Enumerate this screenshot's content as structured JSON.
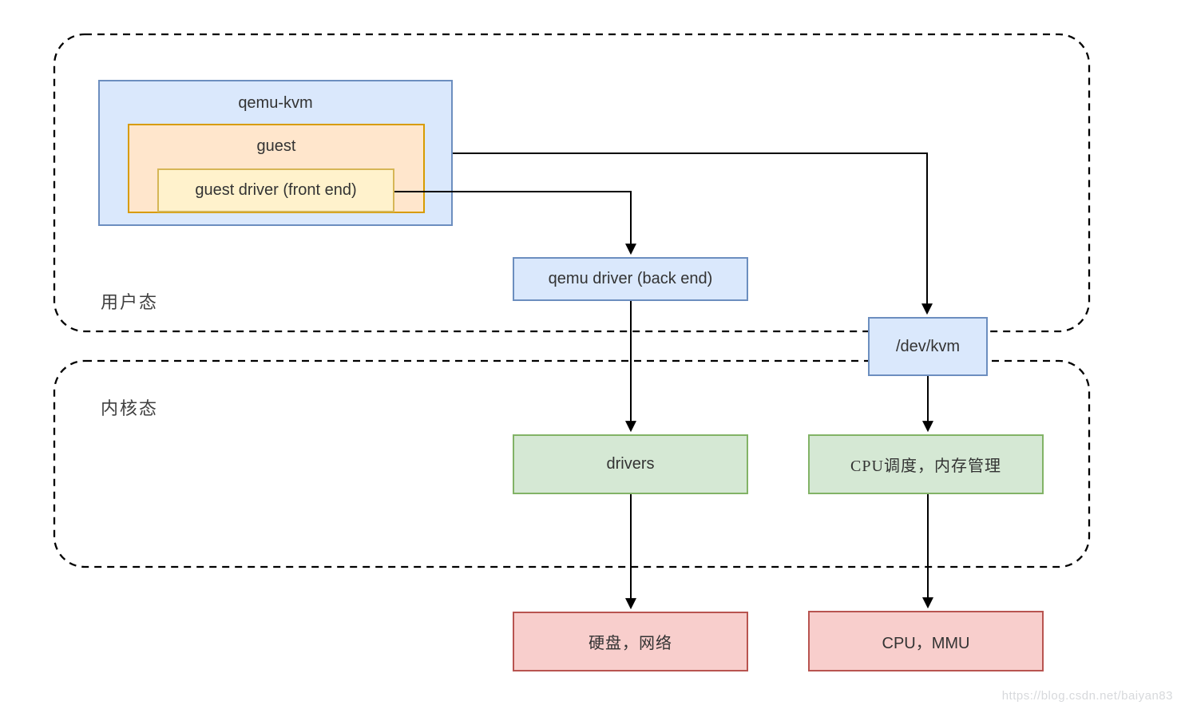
{
  "diagram": {
    "title_context": "qemu-kvm / KVM architecture diagram",
    "regions": {
      "user_mode_label": "用户态",
      "kernel_mode_label": "内核态"
    },
    "boxes": {
      "qemu_kvm": "qemu-kvm",
      "guest": "guest",
      "guest_driver": "guest driver (front end)",
      "qemu_driver": "qemu driver (back end)",
      "dev_kvm": "/dev/kvm",
      "drivers": "drivers",
      "cpu_sched": "CPU调度，内存管理",
      "disk_net": "硬盘，网络",
      "cpu_mmu": "CPU，MMU"
    },
    "edges": [
      {
        "from": "qemu-kvm",
        "to": "/dev/kvm"
      },
      {
        "from": "guest driver (front end)",
        "to": "qemu driver (back end)"
      },
      {
        "from": "qemu driver (back end)",
        "to": "drivers"
      },
      {
        "from": "drivers",
        "to": "硬盘，网络"
      },
      {
        "from": "/dev/kvm",
        "to": "CPU调度，内存管理"
      },
      {
        "from": "CPU调度，内存管理",
        "to": "CPU，MMU"
      }
    ],
    "colors": {
      "blue_fill": "#dae8fc",
      "blue_stroke": "#6c8ebf",
      "orange_fill": "#ffe6cc",
      "orange_stroke": "#d79b00",
      "yellow_fill": "#fff2cc",
      "yellow_stroke": "#d6b656",
      "green_fill": "#d5e8d4",
      "green_stroke": "#82b366",
      "red_fill": "#f8cecc",
      "red_stroke": "#b85450",
      "line": "#000000",
      "region_dash": "#000000",
      "text": "#333333",
      "watermark_text": "#d7d9dc"
    },
    "watermark": "https://blog.csdn.net/baiyan83"
  }
}
